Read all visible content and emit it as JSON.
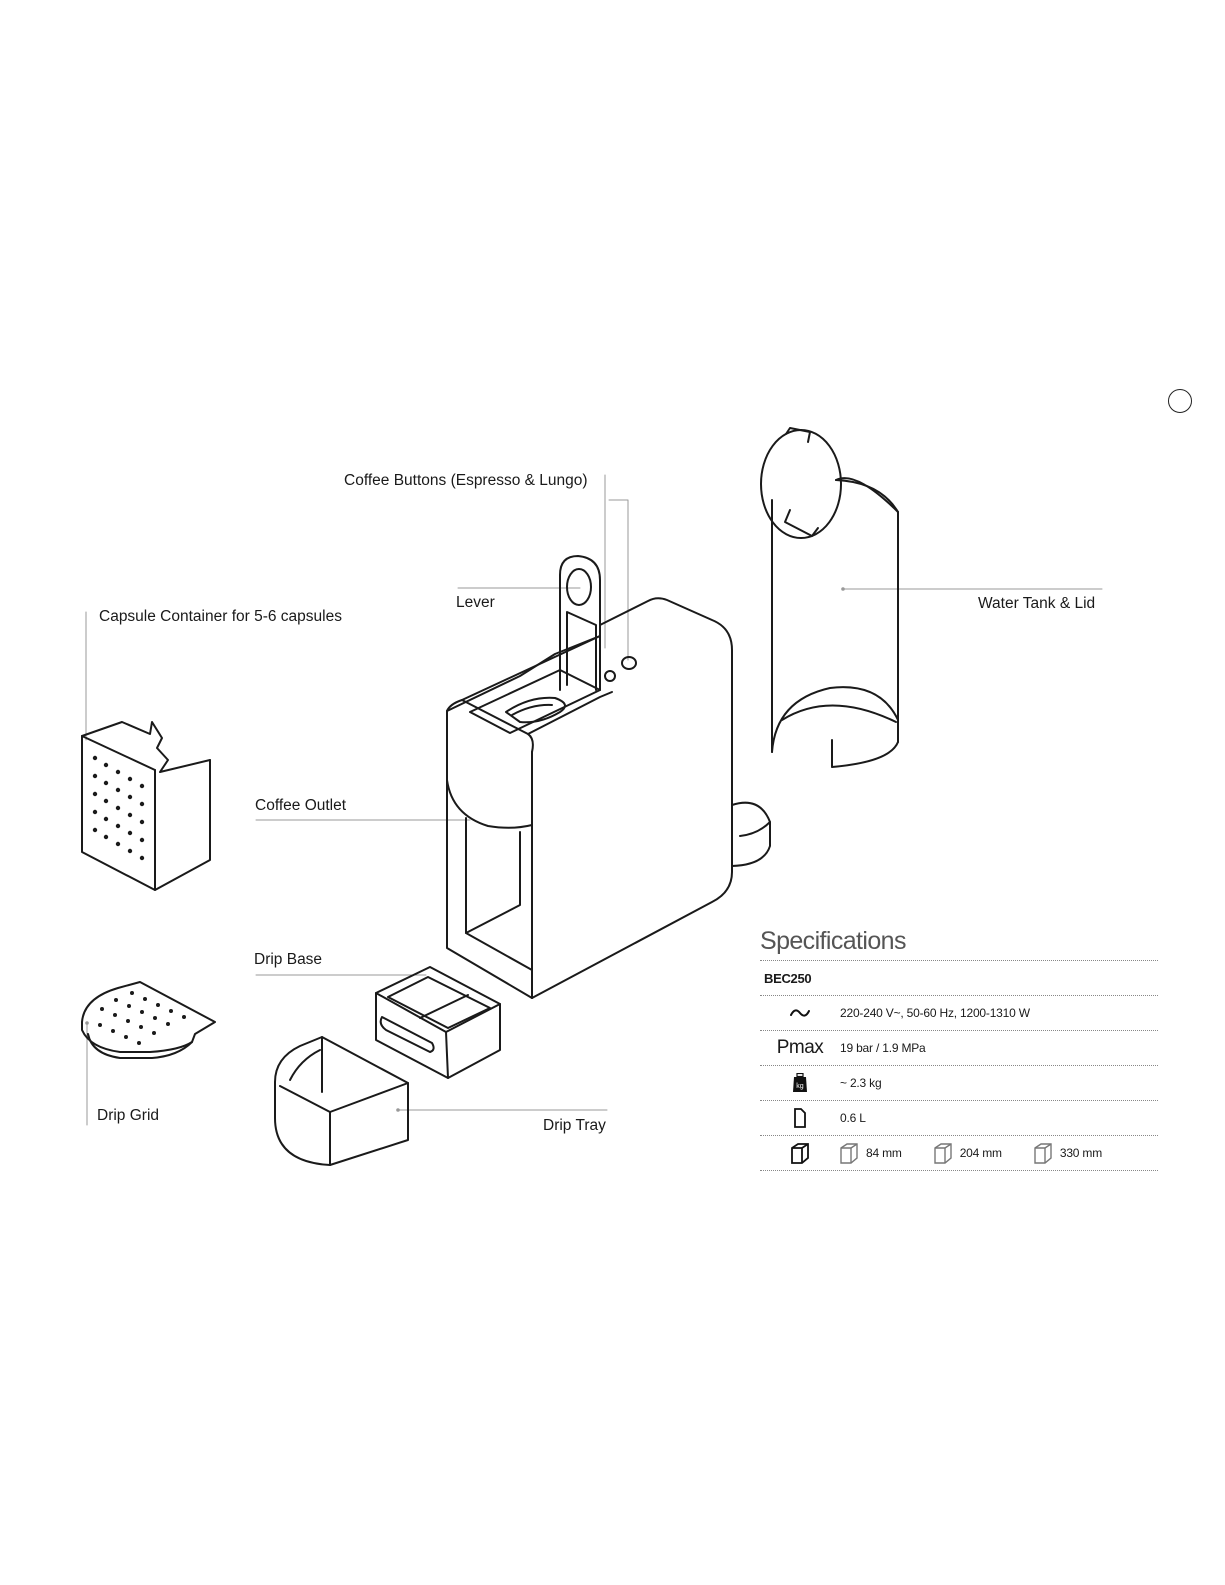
{
  "labels": {
    "coffee_buttons": "Coffee Buttons (Espresso & Lungo)",
    "lever": "Lever",
    "water_tank": "Water Tank & Lid",
    "capsule_container": "Capsule Container for 5-6 capsules",
    "coffee_outlet": "Coffee Outlet",
    "drip_base": "Drip Base",
    "drip_grid": "Drip Grid",
    "drip_tray": "Drip Tray"
  },
  "specs": {
    "title": "Specifications",
    "model": "BEC250",
    "power": "220-240 V~, 50-60 Hz, 1200-1310 W",
    "pmax_label": "Pmax",
    "pressure": "19 bar / 1.9 MPa",
    "weight_icon_text": "kg",
    "weight": "~ 2.3 kg",
    "capacity": "0.6 L",
    "width": "84 mm",
    "depth": "204 mm",
    "height": "330 mm"
  },
  "icons": [
    "ac-power-icon",
    "pressure-icon",
    "weight-icon",
    "water-tank-icon",
    "dimensions-icon",
    "width-icon",
    "depth-icon",
    "height-icon"
  ]
}
